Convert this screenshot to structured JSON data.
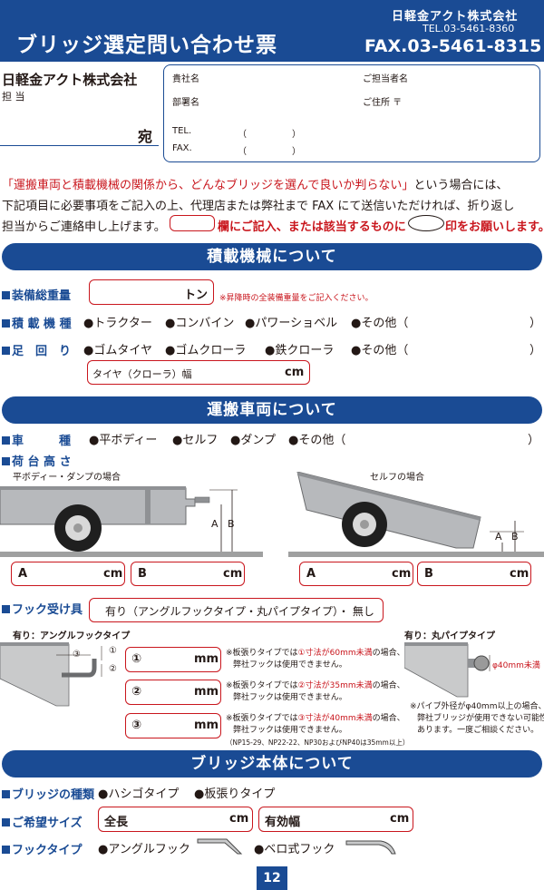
{
  "header": {
    "title": "ブリッジ選定問い合わせ票",
    "company_logo": "日軽金アクト株式会社",
    "tel": "TEL.03-5461-8360",
    "fax": "FAX.03-5461-8315"
  },
  "addressee": {
    "company": "日軽金アクト株式会社",
    "person_label": "担 当",
    "honorific": "宛"
  },
  "sender_fields": {
    "company": "貴社名",
    "contact": "ご担当者名",
    "dept": "部署名",
    "address": "ご住所 〒",
    "tel": "TEL.",
    "fax": "FAX.",
    "paren_open": "（",
    "paren_close": "）"
  },
  "intro": {
    "quote": "「運搬車両と積載機械の関係から、どんなブリッジを選んで良いか判らない」",
    "line1_rest": "という場合には、",
    "line2": "下記項目に必要事項をご記入の上、代理店または弊社まで FAX にて送信いただければ、折り返し",
    "line3_a": "担当からご連絡申し上げます。",
    "line3_b": "欄にご記入、または該当するものに",
    "line3_c": "印をお願いします。"
  },
  "section1": {
    "title": "積載機械について",
    "weight_label": "装備総重量",
    "weight_unit": "トン",
    "weight_note": "※昇降時の全装備重量をご記入ください。",
    "machine_label": "積 載 機 種",
    "machine_options": [
      "●トラクター",
      "●コンバイン",
      "●パワーショベル",
      "●その他（"
    ],
    "undercarriage_label": "足　回　り",
    "undercarriage_options": [
      "●ゴムタイヤ",
      "●ゴムクローラ",
      "●鉄クローラ",
      "●その他（"
    ],
    "close_paren": "）",
    "tire_width_label": "タイヤ（クローラ）幅",
    "tire_width_unit": "cm"
  },
  "section2": {
    "title": "運搬車両について",
    "vehicle_label": "車　　　種",
    "vehicle_options": [
      "●平ボディー",
      "●セルフ",
      "●ダンプ",
      "●その他（"
    ],
    "close_paren": "）",
    "bed_height_label": "荷 台 高 さ",
    "caption_left": "平ボディー・ダンプの場合",
    "caption_right": "セルフの場合",
    "dim_a": "A",
    "dim_b": "B",
    "unit_cm": "cm",
    "hook_label": "フック受け具",
    "hook_value": "有り（アングルフックタイプ・丸パイプタイプ）・ 無し",
    "angle_type_label": "有り：アングルフックタイプ",
    "pipe_type_label": "有り：丸パイプタイプ",
    "circ_labels": [
      "①",
      "②",
      "③"
    ],
    "unit_mm": "mm",
    "pipe_dim": "φ40mm未満",
    "notes": [
      {
        "a": "※板張りタイプでは",
        "b": "①寸法が60mm未満",
        "c": "の場合、",
        "d": "弊社フックは使用できません。"
      },
      {
        "a": "※板張りタイプでは",
        "b": "②寸法が35mm未満",
        "c": "の場合、",
        "d": "弊社フックは使用できません。"
      },
      {
        "a": "※板張りタイプでは",
        "b": "③寸法が40mm未満",
        "c": "の場合、",
        "d": "弊社フックは使用できません。"
      }
    ],
    "note3_extra": "（NP15-29、NP22-22、NP30およびNP40は35mm以上）",
    "pipe_note": [
      "※パイプ外径がφ40mm以上の場合、",
      "弊社ブリッジが使用できない可能性が",
      "あります。一度ご相談ください。"
    ]
  },
  "section3": {
    "title": "ブリッジ本体について",
    "type_label": "ブリッジの種類",
    "type_options": [
      "●ハシゴタイプ",
      "●板張りタイプ"
    ],
    "size_label": "ご希望サイズ",
    "length_label": "全長",
    "width_label": "有効幅",
    "unit_cm": "cm",
    "hook_type_label": "フックタイプ",
    "hook_options": [
      "●アングルフック",
      "●ベロ式フック"
    ]
  },
  "page_number": "12",
  "colors": {
    "brand_blue": "#1a4b94",
    "accent_red": "#c9161d",
    "truck_gray": "#b7b9bc"
  }
}
